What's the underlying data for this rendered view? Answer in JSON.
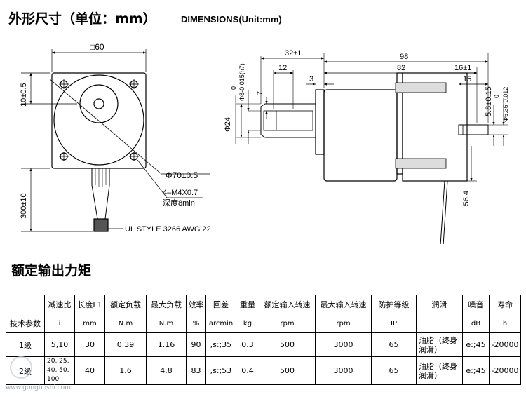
{
  "header": {
    "title_zh": "外形尺寸（单位：mm）",
    "title_en": "DIMENSIONS(Unit:mm)"
  },
  "drawing": {
    "front": {
      "frame_label": "□60",
      "dim_top": "10±0.5",
      "dim_lead": "300±10",
      "dim_circle": "Φ70±0.5",
      "screw": "4–M4X0.7",
      "screw_depth": "深度8min",
      "cable": "UL STYLE 3266 AWG 22"
    },
    "side": {
      "dim_32": "32±1",
      "dim_98": "98",
      "dim_12": "12",
      "dim_3": "3",
      "dim_82": "82",
      "dim_16": "16±1",
      "dim_15": "15",
      "dim_7": "7",
      "dim_phi8": "Φ8-0.015(h7)",
      "dim_phi8_top": "0",
      "dim_phi24": "Φ24",
      "dim_5_8": "5.8±0.15",
      "dim_phi635": "Φ6.35-0.012",
      "dim_phi635_top": "0",
      "dim_56": "□56.4"
    }
  },
  "section": {
    "title": "额定输出力矩"
  },
  "table": {
    "headers": [
      "减速比",
      "长度L1",
      "额定负载",
      "最大负载",
      "效率",
      "回差",
      "重量",
      "额定输入转速",
      "最大输入转速",
      "防护等级",
      "润滑",
      "噪音",
      "寿命"
    ],
    "units_label": "技术参数",
    "units": [
      "i",
      "mm",
      "N.m",
      "N.m",
      "%",
      "arcmin",
      "kg",
      "rpm",
      "rpm",
      "IP",
      "",
      "dB",
      "h"
    ],
    "rows": [
      {
        "label": "1级",
        "ratio": "5,10",
        "length": "30",
        "rated_load": "0.39",
        "max_load": "1.16",
        "efficiency": "90",
        "backlash": ",s:;35",
        "weight": "0.3",
        "rated_speed": "500",
        "max_speed": "3000",
        "ip": "65",
        "lubrication": "油脂（终身润滑）",
        "noise": "e:;45",
        "life": "-20000"
      },
      {
        "label": "2级",
        "ratio": "20, 25, 40, 50, 100",
        "length": "40",
        "rated_load": "1.6",
        "max_load": "4.8",
        "efficiency": "83",
        "backlash": ",s:;53",
        "weight": "0.4",
        "rated_speed": "500",
        "max_speed": "3000",
        "ip": "65",
        "lubrication": "油脂（终身润滑）",
        "noise": "e:;45",
        "life": "-20000"
      }
    ]
  },
  "watermark": "www.gongboshi.com"
}
